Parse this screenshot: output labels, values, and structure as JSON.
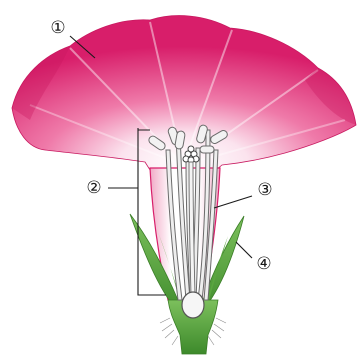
{
  "labels": [
    {
      "id": "1",
      "text": "①"
    },
    {
      "id": "2",
      "text": "②"
    },
    {
      "id": "3",
      "text": "③"
    },
    {
      "id": "4",
      "text": "④"
    }
  ],
  "colors": {
    "petal_dark": "#d81e6a",
    "petal_light": "#f7d2e1",
    "petal_center": "#ffffff",
    "sepal": "#4d9a35",
    "stamen_fill": "#e9e9e9",
    "stamen_stroke": "#6b6b6b",
    "line": "#1a1a1a"
  }
}
